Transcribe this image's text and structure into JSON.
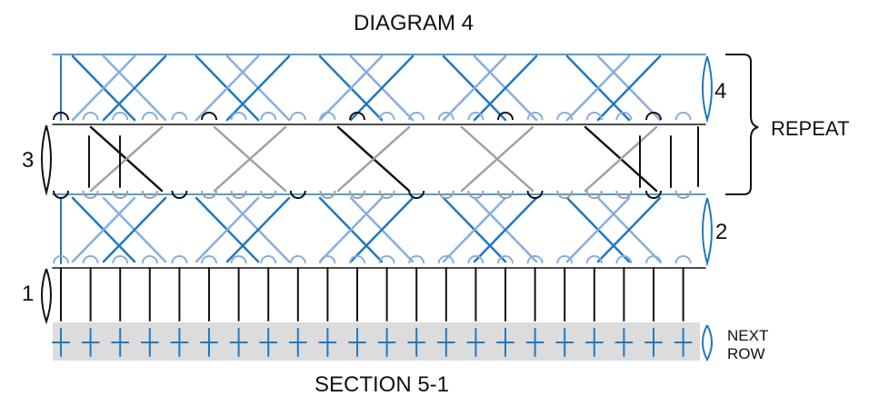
{
  "title": "DIAGRAM 4",
  "caption": "SECTION 5-1",
  "row_labels": {
    "row1": "1",
    "row2": "2",
    "row3": "3",
    "row4": "4"
  },
  "repeat_label": "REPEAT",
  "next_row_label_line1": "NEXT",
  "next_row_label_line2": "ROW",
  "colors": {
    "blue": "#1f78c0",
    "light_blue": "#86aee0",
    "black": "#111111",
    "gray": "#a0a0a0",
    "band": "#dcdcdc"
  }
}
